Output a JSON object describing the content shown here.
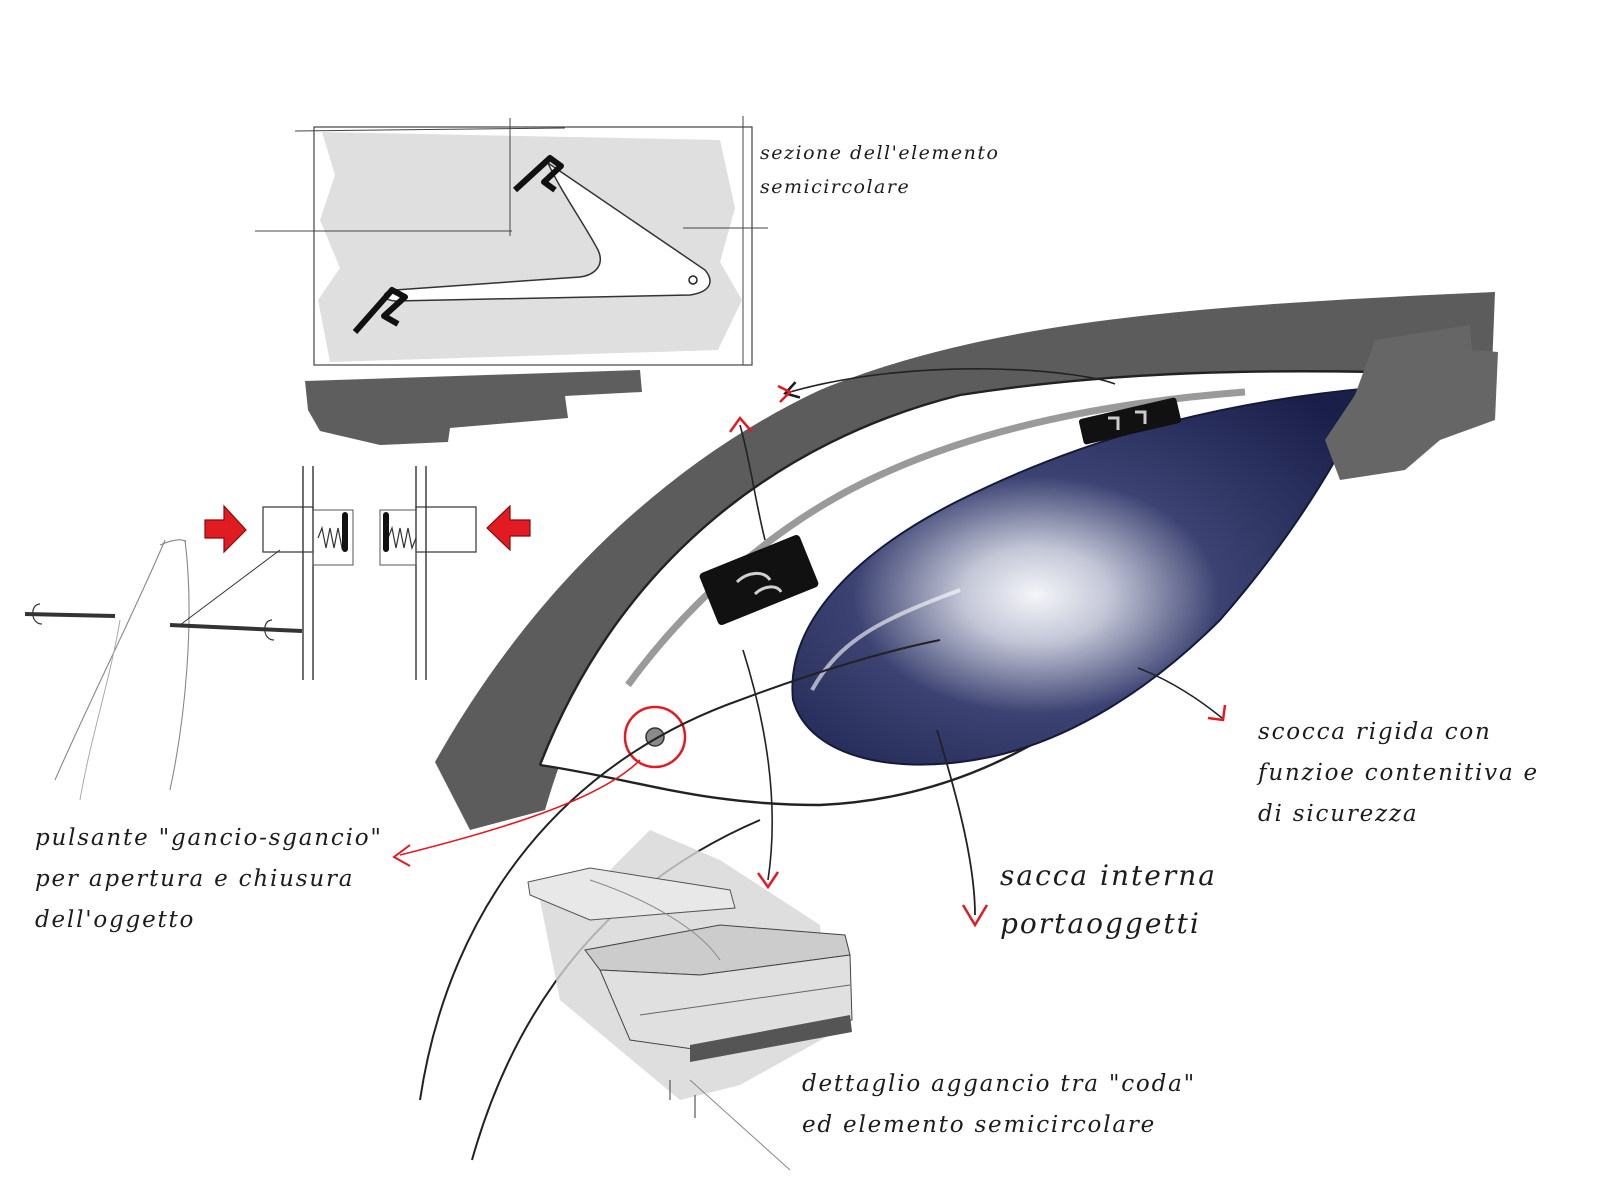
{
  "colors": {
    "ink": "#1c1c1c",
    "marker_gray": "#5e5e5e",
    "light_gray": "#dcdcdc",
    "accent_red": "#e11b22",
    "bag_navy": "#1e2350"
  },
  "annotations": {
    "section": {
      "line1": "sezione dell'elemento",
      "line2": "semicircolare"
    },
    "shell": {
      "line1": "scocca rigida con",
      "line2": "funzioe contenitiva e",
      "line3": "di sicurezza"
    },
    "button": {
      "line1": "pulsante \"gancio-sgancio\"",
      "line2": "per apertura e chiusura",
      "line3": "dell'oggetto"
    },
    "bag": {
      "line1": "sacca interna",
      "line2": "portaoggetti"
    },
    "hook": {
      "line1": "dettaglio aggancio tra \"coda\"",
      "line2": "ed elemento semicircolare"
    }
  },
  "icons": [
    "red-push-arrow-icon",
    "rotation-arrow-icon",
    "hinge-button-icon"
  ]
}
